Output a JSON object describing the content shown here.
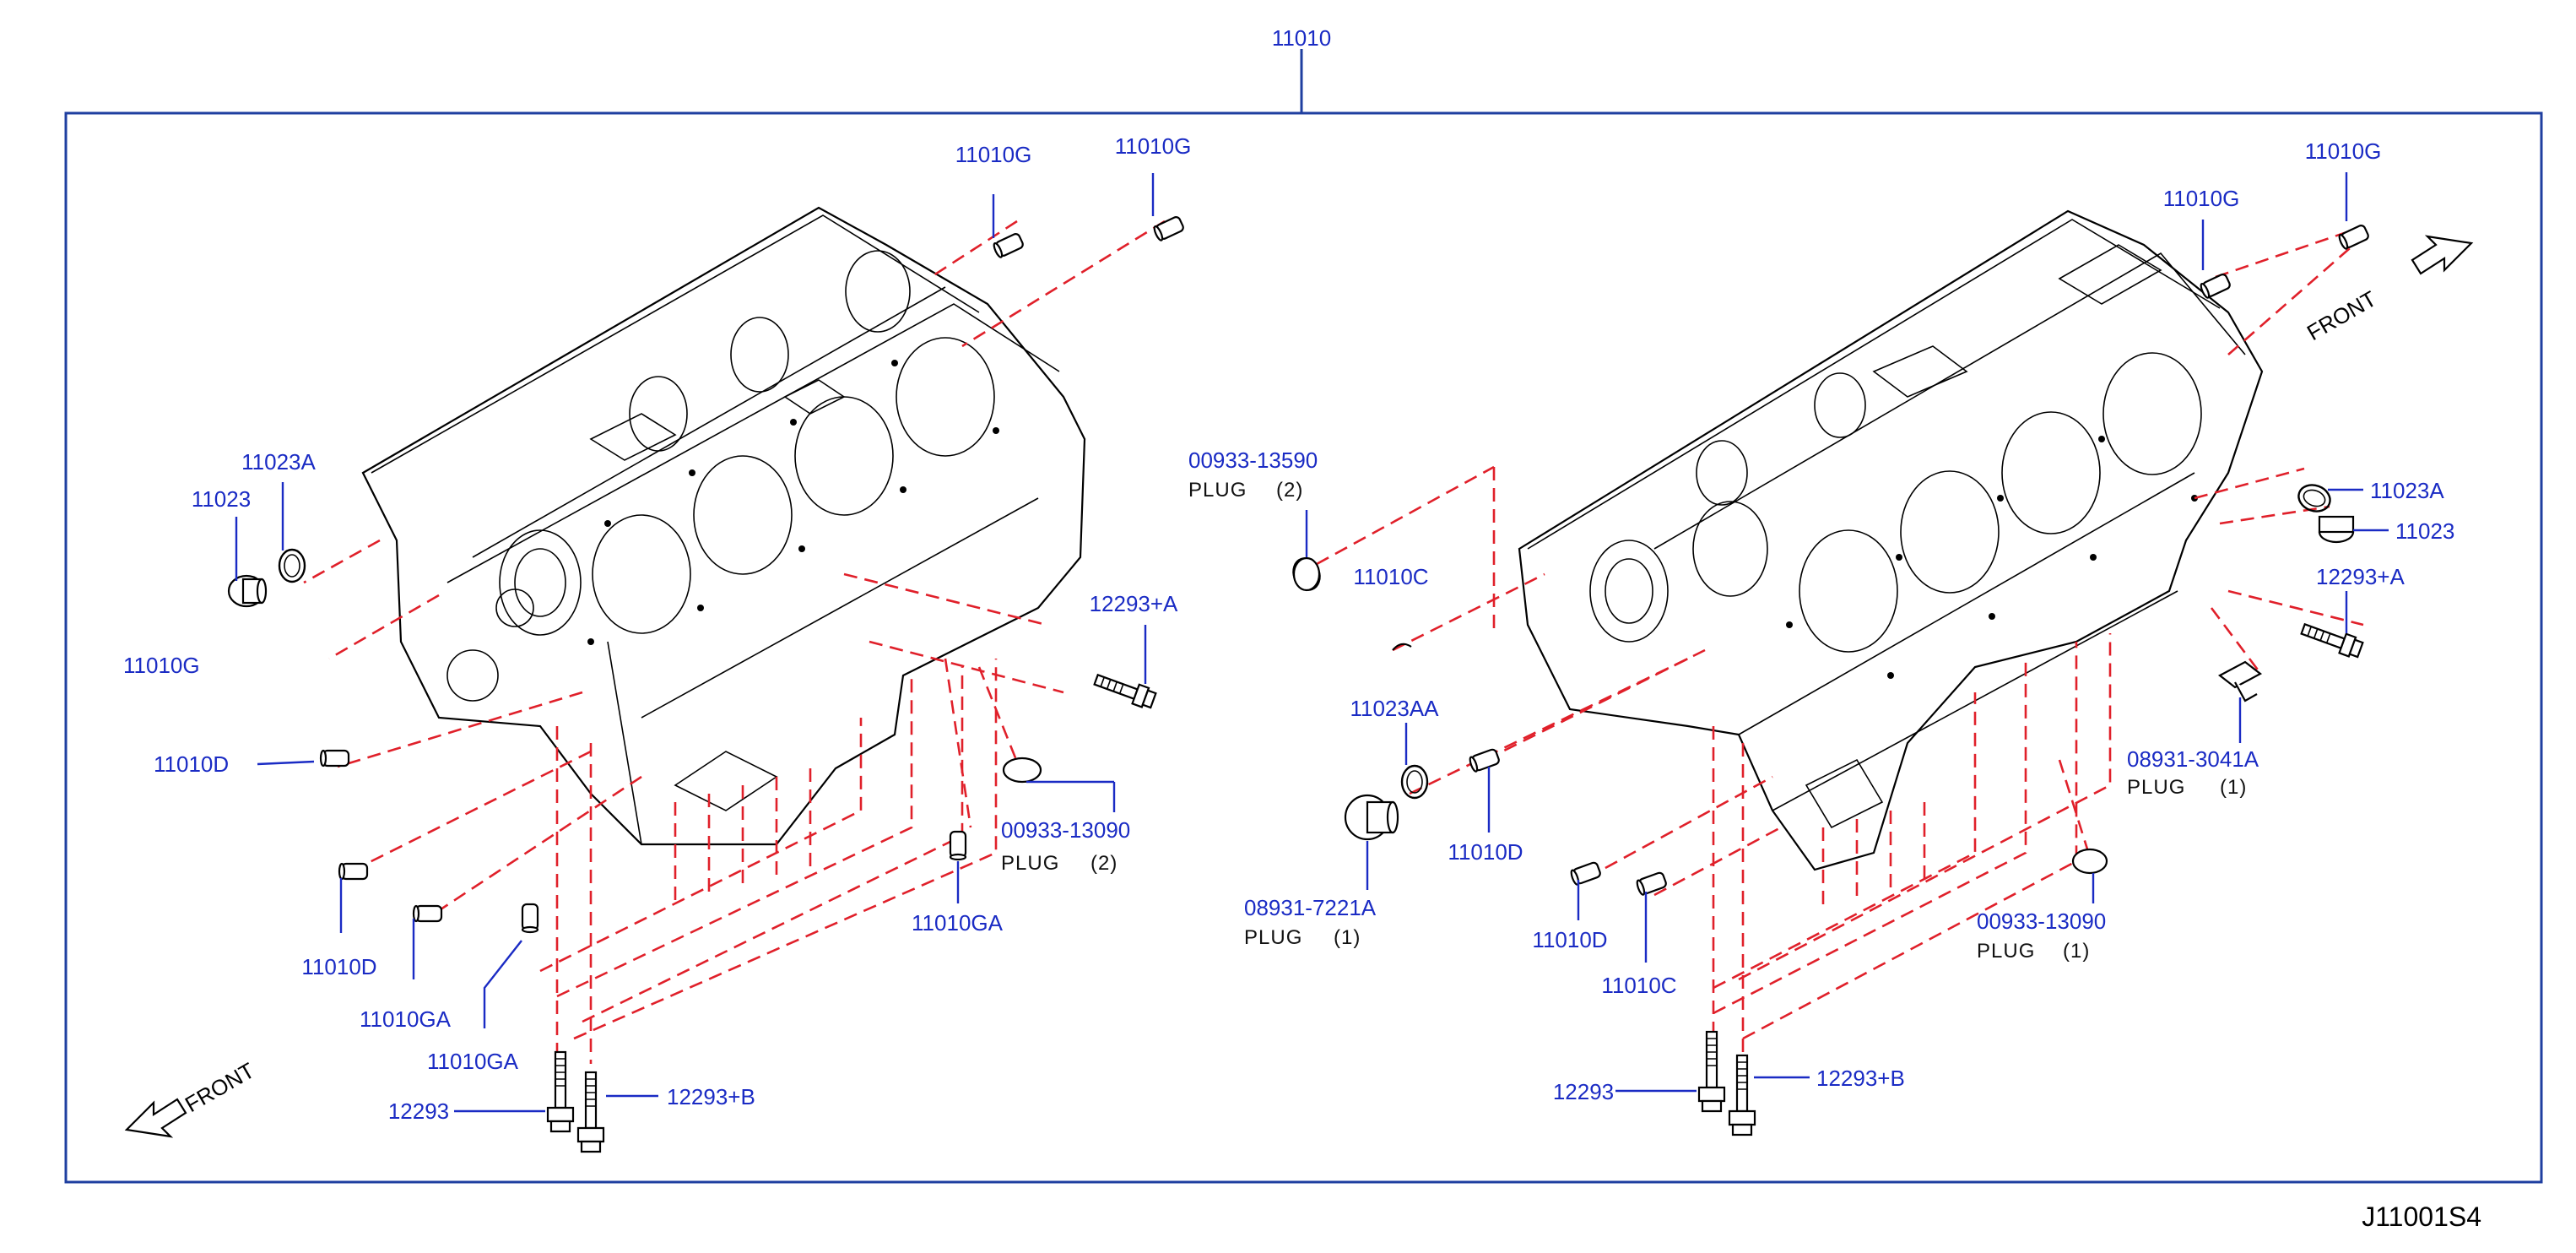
{
  "diagram": {
    "assembly_number": "11010",
    "footer_ref": "J11001S4",
    "front_left": "FRONT",
    "front_right": "FRONT",
    "colors": {
      "leader": "#1a2bc4",
      "dashed_guide": "#e0202a",
      "frame": "#1f3fa0",
      "line_art": "#000000"
    }
  },
  "labels": {
    "l_11010g_a": "11010G",
    "l_11010g_b": "11010G",
    "l_11023a": "11023A",
    "l_11023": "11023",
    "l_11010g_c": "11010G",
    "l_11010d_a": "11010D",
    "l_11010d_b": "11010D",
    "l_11010ga_a": "11010GA",
    "l_11010ga_b": "11010GA",
    "l_11010ga_c": "11010GA",
    "l_12293_a": "12293",
    "l_12293b_a": "12293+B",
    "l_12293a_a": "12293+A",
    "l_00933_13090_a": "00933-13090",
    "l_00933_13090_a_plug": "PLUG",
    "l_00933_13090_a_qty": "(2)",
    "l_00933_13590": "00933-13590",
    "l_00933_13590_plug": "PLUG",
    "l_00933_13590_qty": "(2)",
    "l_11010c_a": "11010C",
    "l_11023aa": "11023AA",
    "l_08931_7221a": "08931-7221A",
    "l_08931_7221a_plug": "PLUG",
    "l_08931_7221a_qty": "(1)",
    "l_11010d_c": "11010D",
    "l_11010d_d": "11010D",
    "l_11010c_b": "11010C",
    "l_12293_b": "12293",
    "l_12293b_b": "12293+B",
    "l_11010g_d": "11010G",
    "l_11010g_e": "11010G",
    "l_11023a_r": "11023A",
    "l_11023_r": "11023",
    "l_12293a_b": "12293+A",
    "l_08931_3041a": "08931-3041A",
    "l_08931_3041a_plug": "PLUG",
    "l_08931_3041a_qty": "(1)",
    "l_00933_13090_b": "00933-13090",
    "l_00933_13090_b_plug": "PLUG",
    "l_00933_13090_b_qty": "(1)"
  }
}
